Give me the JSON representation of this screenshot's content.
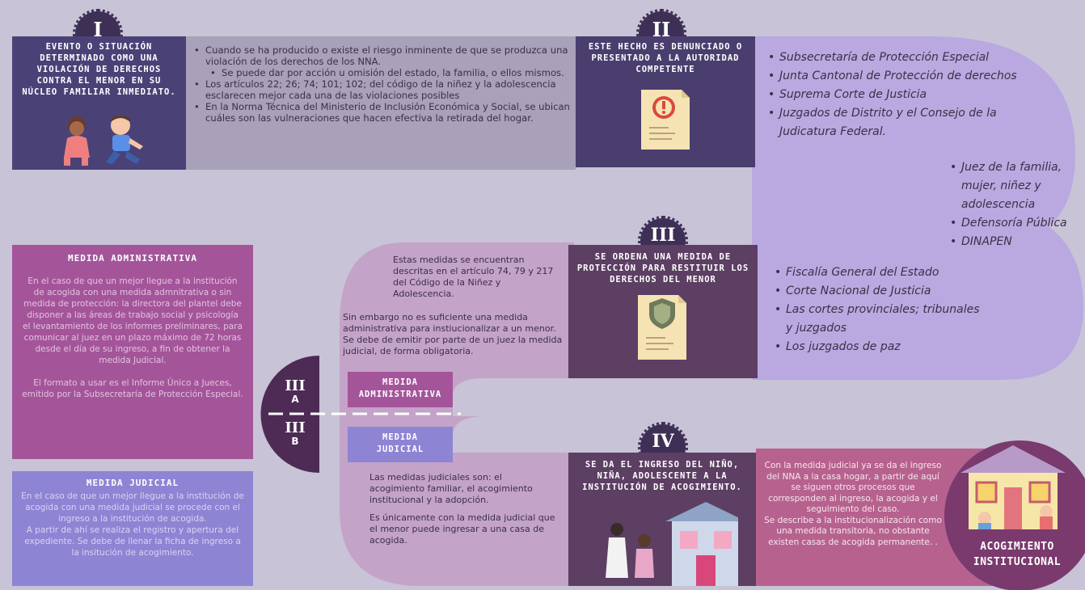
{
  "colors": {
    "background": "#c8c3d6",
    "band_gray": "#a8a1b9",
    "band_lavender": "#b9a9e0",
    "band_mauve": "#c4a3c8",
    "navy": "#4a4277",
    "plum": "#5c3f63",
    "deep_plum": "#4d2b55",
    "magenta_box": "#a4559a",
    "violet_box": "#8e84d4",
    "rose": "#b7628e",
    "seal": "#3d2f55"
  },
  "step1": {
    "numeral": "I",
    "title": "EVENTO O SITUACIÓN DETERMINADO COMO UNA VIOLACIÓN DE DERECHOS CONTRA EL MENOR EN SU NÚCLEO FAMILIAR INMEDIATO.",
    "bullets": [
      "Cuando se ha producido o existe el riesgo inminente de que se produzca una violación de los derechos de los NNA.",
      "Se puede dar por acción u omisión del estado, la familia, o ellos mismos.",
      "Los artículos 22; 26; 74; 101; 102; del código de la niñez y la adolescencia esclarecen mejor cada una de las violaciones posibles",
      "En la Norma Técnica del Ministerio de Inclusión Económica y Social, se ubican cuáles son las vulneraciones que hacen efectiva la retirada del hogar."
    ]
  },
  "step2": {
    "numeral": "II",
    "title": "ESTE HECHO ES DENUNCIADO O PRESENTADO A LA AUTORIDAD COMPETENTE",
    "authorities": [
      "Subsecretaría de Protección Especial",
      "Junta Cantonal de Protección de derechos",
      "Suprema Corte de Justicia",
      "Juzgados de Distrito y el Consejo de la Judicatura Federal."
    ],
    "authorities_more": [
      "Juez de la familia, mujer, niñez y adolescencia",
      "Defensoría Pública",
      "DINAPEN"
    ]
  },
  "step3": {
    "numeral": "III",
    "title": "SE ORDENA UNA MEDIDA DE PROTECCIÓN PARA RESTITUIR LOS DERECHOS DEL MENOR",
    "authorities": [
      "Fiscalía General del Estado",
      "Corte Nacional de Justicia",
      "Las cortes provinciales; tribunales y juzgados",
      "Los juzgados de paz"
    ],
    "note_articles": "Estas medidas se encuentran descritas en el artículo 74, 79 y 217 del Código de la Niñez y Adolescencia.",
    "note_judicial": "Sin embargo no es suficiente una medida administrativa para instiucionalizar a un menor. Se debe de emitir por parte de un juez la medida judicial, de forma obligatoria.",
    "branch_a": {
      "numeral": "III",
      "letter": "A",
      "label": "MEDIDA ADMINISTRATIVA"
    },
    "branch_b": {
      "numeral": "III",
      "letter": "B",
      "label": "MEDIDA JUDICIAL"
    },
    "judicial_measures": "Las medidas judiciales son: el acogimiento familiar, el acogimiento institucional y la adopción.",
    "judicial_only": "Es únicamente con la medida judicial que el menor puede ingresar a una casa de acogida."
  },
  "admin_box": {
    "title": "MEDIDA ADMINISTRATIVA",
    "p1": "En el caso de que un mejor llegue a la institución de acogida con una medida admnitrativa o sin medida de protección: la directora del plantel debe disponer a las áreas de trabajo social y psicología el levantamiento de los informes preliminares, para comunicar al juez en un plazo máximo de 72 horas desde el día de su ingreso, a fin de obtener la medida Judicial.",
    "p2": "El formato a usar es el Informe Único a Jueces, emitido por la Subsecretaría de Protección Especial."
  },
  "judicial_box": {
    "title": "MEDIDA JUDICIAL",
    "p1": "En el caso de que un mejor llegue a la institución de acogida con una medida judicial se procede con el ingreso a la institución de acogida.",
    "p2": "A partir de ahí se realiza el registro y apertura del expediente. Se debe de llenar la ficha de ingreso a la insitución de acogimiento."
  },
  "step4": {
    "numeral": "IV",
    "title": "SE DA EL INGRESO DEL NIÑO, NIÑA, ADOLESCENTE A LA INSTITUCIÓN DE ACOGIMIENTO.",
    "p1": "Con la medida judicial ya se da el ingreso del NNA a la casa hogar, a partir de aquí se siguen otros procesos que corresponden al ingreso, la acogida y el seguimiento del caso.",
    "p2": "Se describe a la institucionalización como una medida transitoria, no obstante existen casas de acogida permanente.  .",
    "final_label": "ACOGIMIENTO INSTITUCIONAL"
  },
  "icons": {
    "alert": "exclamation-document-icon",
    "shield": "shield-document-icon",
    "house": "house-icon",
    "children": "children-illustration",
    "doctor": "doctor-child-illustration"
  }
}
